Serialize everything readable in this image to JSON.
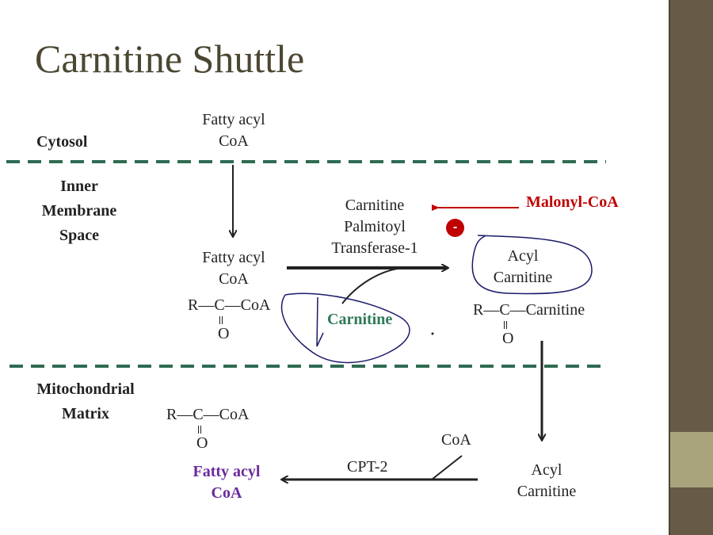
{
  "title": "Carnitine Shuttle",
  "regions": {
    "cytosol": "Cytosol",
    "ims": [
      "Inner",
      "Membrane",
      "Space"
    ],
    "matrix": [
      "Mitochondrial",
      "Matrix"
    ]
  },
  "top_fatty": [
    "Fatty acyl",
    "CoA"
  ],
  "mid_fatty": [
    "Fatty acyl",
    "CoA"
  ],
  "enzyme1": [
    "Carnitine",
    "Palmitoyl",
    "Transferase-1"
  ],
  "malonyl": "Malonyl-CoA",
  "inhibit": "-",
  "carnitine": "Carnitine",
  "acyl_carnitine_circled": [
    "Acyl",
    "Carnitine"
  ],
  "formula_left": {
    "line": "R—C—CoA",
    "o": "O"
  },
  "formula_right": {
    "line": "R—C—Carnitine",
    "o": "O"
  },
  "formula_matrix": {
    "line": "R—C—CoA",
    "o": "O"
  },
  "enzyme2": "CPT-2",
  "coa": "CoA",
  "acyl_carnitine_matrix": [
    "Acyl",
    "Carnitine"
  ],
  "product": [
    "Fatty acyl",
    "CoA"
  ],
  "colors": {
    "title": "#4c4733",
    "dash": "#2e6b52",
    "malonyl": "#c00000",
    "carnitine": "#2e7a57",
    "product": "#6a2a9a",
    "sidebar": "#675b47",
    "band": "#a9a47c"
  }
}
